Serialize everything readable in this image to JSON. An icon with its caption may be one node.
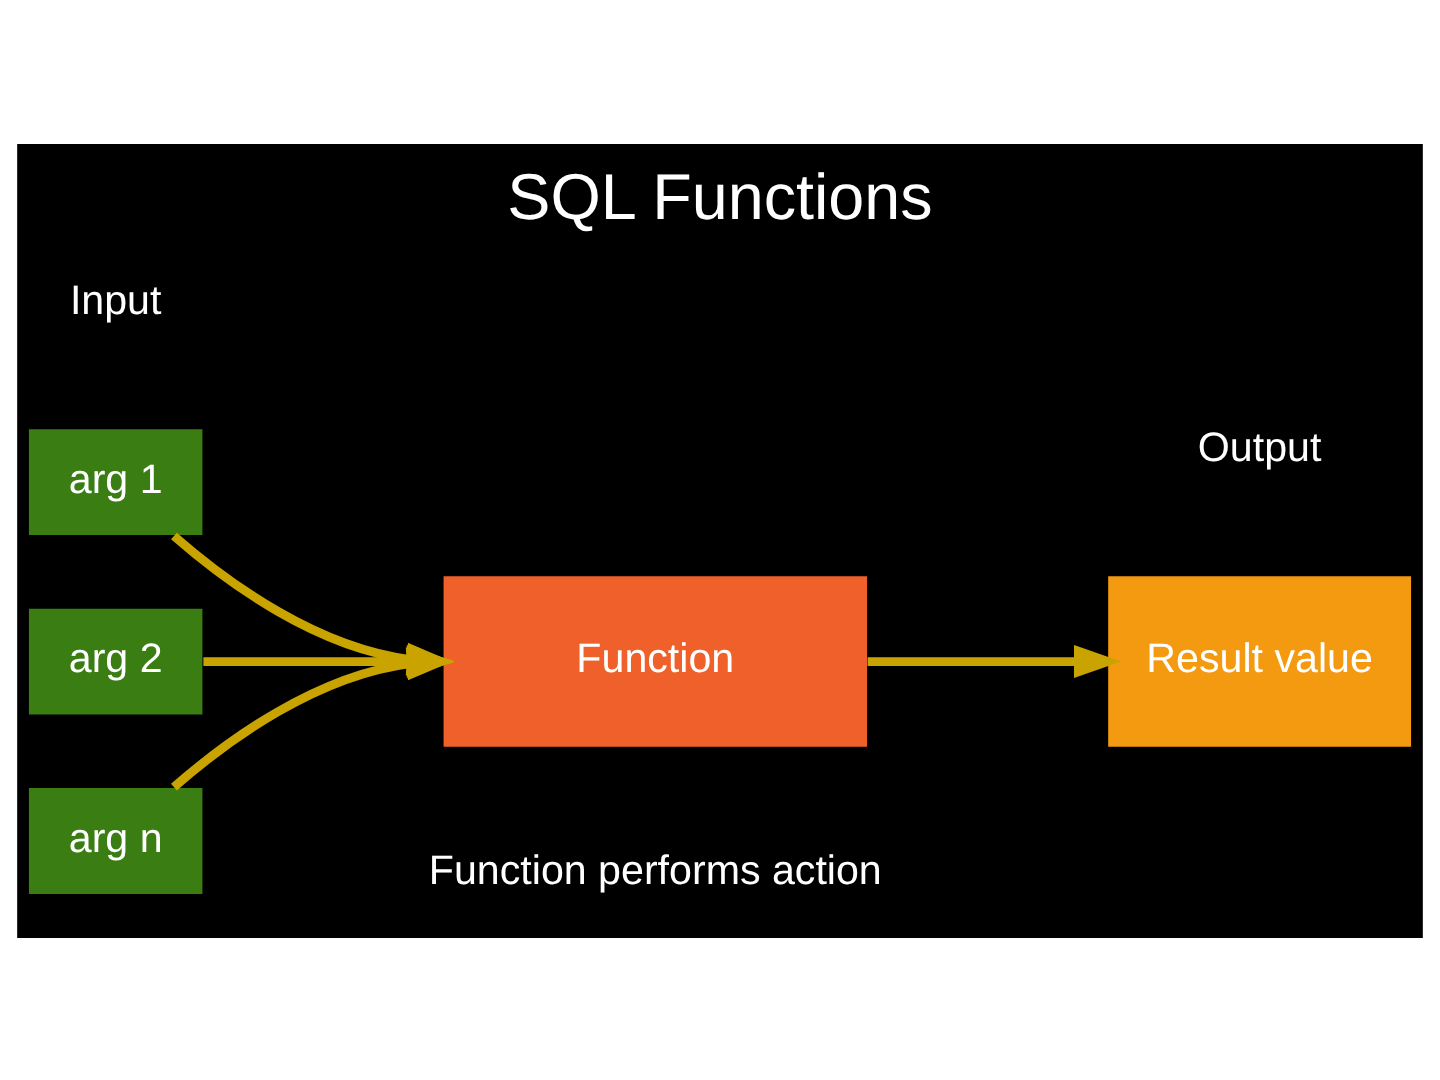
{
  "diagram": {
    "title": "SQL Functions",
    "nodes": [
      {
        "text": [
          "arg 1"
        ]
      },
      {
        "text": [
          "arg 2"
        ]
      },
      {
        "text": [
          "arg n"
        ]
      },
      {
        "text": [
          "Function"
        ],
        "beside": [
          "Function performs action"
        ]
      },
      {
        "text": [
          "Result value"
        ]
      }
    ],
    "edges": [
      {
        "from": 0,
        "to": 3,
        "arrow": "to"
      },
      {
        "from": 1,
        "to": 3,
        "arrow": "to"
      },
      {
        "from": 2,
        "to": 3,
        "arrow": "to"
      },
      {
        "from": 3,
        "to": 4,
        "arrow": "to"
      }
    ],
    "labels": [
      "Input",
      "Output"
    ]
  }
}
